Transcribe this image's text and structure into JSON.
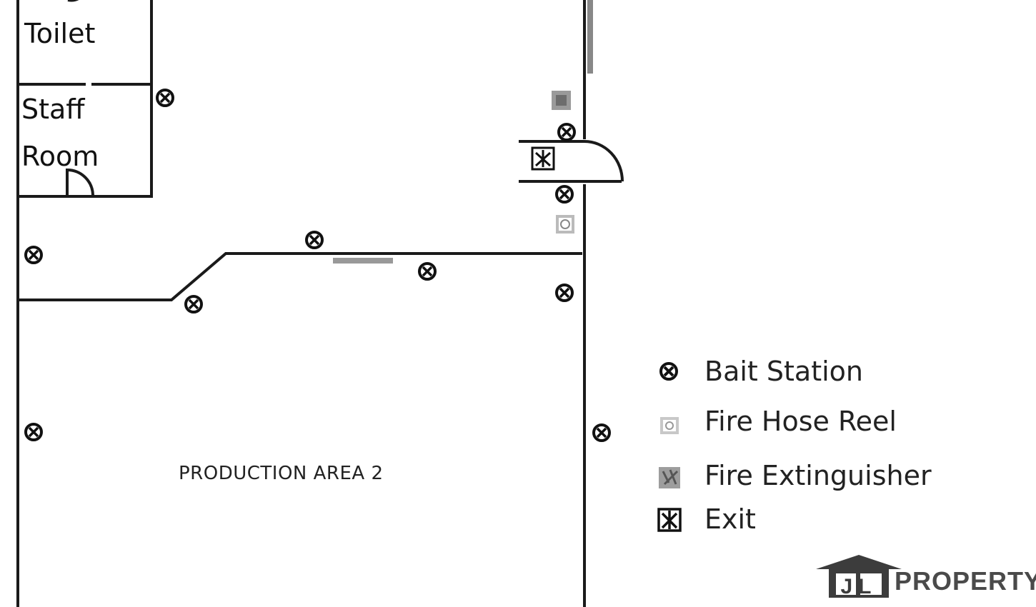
{
  "rooms": {
    "toilet": "Toilet",
    "staff_line1": "Staff",
    "staff_line2": "Room",
    "production_area": "PRODUCTION AREA 2"
  },
  "legend": {
    "bait_station": "Bait Station",
    "fire_hose_reel": "Fire Hose Reel",
    "fire_extinguisher": "Fire Extinguisher",
    "exit": "Exit"
  },
  "icons": {
    "bait_station": "circled-x-icon",
    "fire_hose_reel": "hose-reel-icon",
    "fire_extinguisher": "extinguisher-icon",
    "exit": "exit-sign-icon"
  },
  "logo": {
    "letters": "JL",
    "word": "PROPERTY"
  },
  "colors": {
    "wall": "#1a1a1a",
    "logo_dark": "#3c3c3c"
  }
}
